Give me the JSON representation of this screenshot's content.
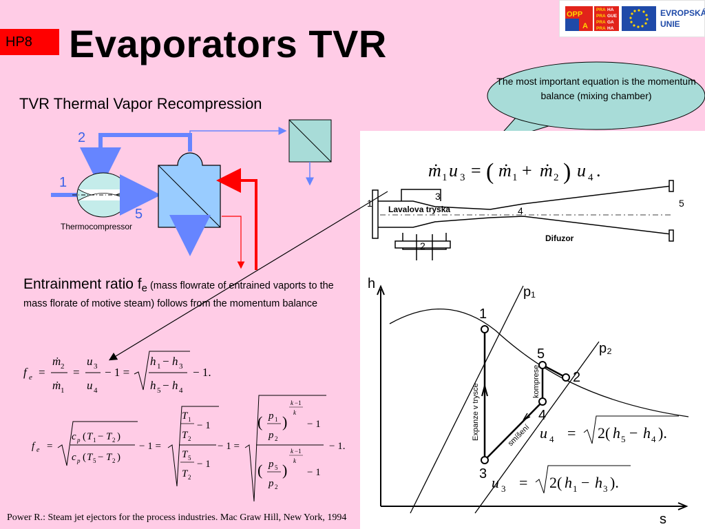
{
  "slide": {
    "badge": "HP8",
    "title": "Evaporators TVR",
    "subtitle": "TVR Thermal Vapor Recompression",
    "callout": "The most important equation is the momentum balance (mixing chamber)",
    "entrainment": {
      "lead": "Entrainment ratio f",
      "lead_sub": "e",
      "rest": " (mass flowrate of entrained vaports to the mass florate of motive steam) follows from the momentum balance"
    },
    "citation": "Power R.: Steam jet ejectors for the process industries. Mac Graw Hill, New York, 1994"
  },
  "logo": {
    "opp_text": "OPP",
    "a_text": "A",
    "praha_text": [
      "PRA",
      "HA",
      "PRA",
      "GUE",
      "PRA",
      "GA",
      "PRA",
      "HA"
    ],
    "eu_text": [
      "EVROPSKÁ",
      "UNIE"
    ],
    "colors": {
      "red": "#e2231a",
      "blue": "#1f4aa8",
      "yellow": "#ffd400"
    }
  },
  "scheme": {
    "labels": {
      "stream1": "1",
      "stream2": "2",
      "stream5": "5"
    },
    "thermocompressor_label": "Thermocompressor",
    "colors": {
      "steam_blue": "#6685ff",
      "hot_red": "#ff0000",
      "evaporator_fill": "#99ccff",
      "condenser_fill": "#a8dcd8"
    }
  },
  "ejector": {
    "points": [
      "1",
      "3",
      "4",
      "5",
      "2"
    ],
    "nozzle_label": "Lavalova tryska",
    "diffuser_label": "Difuzor",
    "momentum_eq": "ṁ₁u₃ = (ṁ₁ + ṁ₂)u₄."
  },
  "hs_diagram": {
    "axis_y": "h",
    "axis_x": "s",
    "isobars": [
      "p₁",
      "p₂"
    ],
    "points": [
      "1",
      "2",
      "3",
      "4",
      "5"
    ],
    "expansion_label": "Expanze v trysce",
    "compression_label": "komprese",
    "mixing_label": "smíšení",
    "u4_eq": "u₄ = √2(h₅ − h₄).",
    "u3_eq": "u₃ = √2(h₁ − h₃)."
  },
  "equations": {
    "fe_symbol": "f",
    "fe_sub": "e",
    "eq1": "f_e = ṁ₂/ṁ₁ = u₃/u₄ − 1 = √((h₁ − h₃)/(h₅ − h₄)) − 1.",
    "eq2": "f_e = √(c_p(T₁ − T₂)/c_p(T₅ − T₂)) − 1 = √((T₁/T₂ − 1)/(T₅/T₂ − 1)) − 1 = √(((p₁/p₂)^((k−1)/k) − 1)/((p₅/p₂)^((k−1)/k) − 1)) − 1."
  }
}
